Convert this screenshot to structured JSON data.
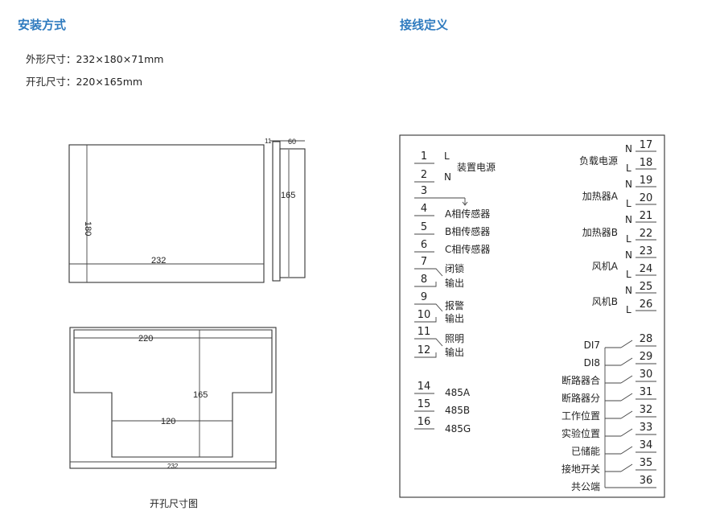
{
  "colors": {
    "heading": "#2f7bbf",
    "line": "#333333"
  },
  "mounting": {
    "title": "安装方式",
    "outline_size": "外形尺寸：232×180×71mm",
    "cutout_size": "开孔尺寸：220×165mm",
    "front_view": {
      "width": "232",
      "height": "180"
    },
    "side_view": {
      "flange": "11",
      "depth": "60",
      "height": "165"
    },
    "cutout_view": {
      "width": "220",
      "height": "165",
      "lower_width": "120",
      "outer_width": "232",
      "caption": "开孔尺寸图"
    }
  },
  "wiring": {
    "title": "接线定义",
    "left": [
      {
        "num": "1",
        "pin": "L"
      },
      {
        "num": "2",
        "pin": "N"
      },
      {
        "num": "3"
      },
      {
        "num": "4",
        "label": "A相传感器"
      },
      {
        "num": "5",
        "label": "B相传感器"
      },
      {
        "num": "6",
        "label": "C相传感器"
      },
      {
        "num": "7",
        "label": "闭锁"
      },
      {
        "num": "8",
        "label": "输出"
      },
      {
        "num": "9",
        "label": "报警"
      },
      {
        "num": "10",
        "label": "输出"
      },
      {
        "num": "11",
        "label": "照明"
      },
      {
        "num": "12",
        "label": "输出"
      },
      {
        "num": "14",
        "label": "485A"
      },
      {
        "num": "15",
        "label": "485B"
      },
      {
        "num": "16",
        "label": "485G"
      }
    ],
    "device_power": "装置电源",
    "right_pairs": [
      {
        "label": "负载电源",
        "n": "17",
        "l": "18"
      },
      {
        "label": "加热器A",
        "n": "19",
        "l": "20"
      },
      {
        "label": "加热器B",
        "n": "21",
        "l": "22"
      },
      {
        "label": "风机A",
        "n": "23",
        "l": "24"
      },
      {
        "label": "风机B",
        "n": "25",
        "l": "26"
      }
    ],
    "pin_n": "N",
    "pin_l": "L",
    "inputs": [
      {
        "label": "DI7",
        "num": "28"
      },
      {
        "label": "DI8",
        "num": "29"
      },
      {
        "label": "断路器合",
        "num": "30"
      },
      {
        "label": "断路器分",
        "num": "31"
      },
      {
        "label": "工作位置",
        "num": "32"
      },
      {
        "label": "实验位置",
        "num": "33"
      },
      {
        "label": "已储能",
        "num": "34"
      },
      {
        "label": "接地开关",
        "num": "35"
      },
      {
        "label": "共公端",
        "num": "36"
      }
    ]
  }
}
